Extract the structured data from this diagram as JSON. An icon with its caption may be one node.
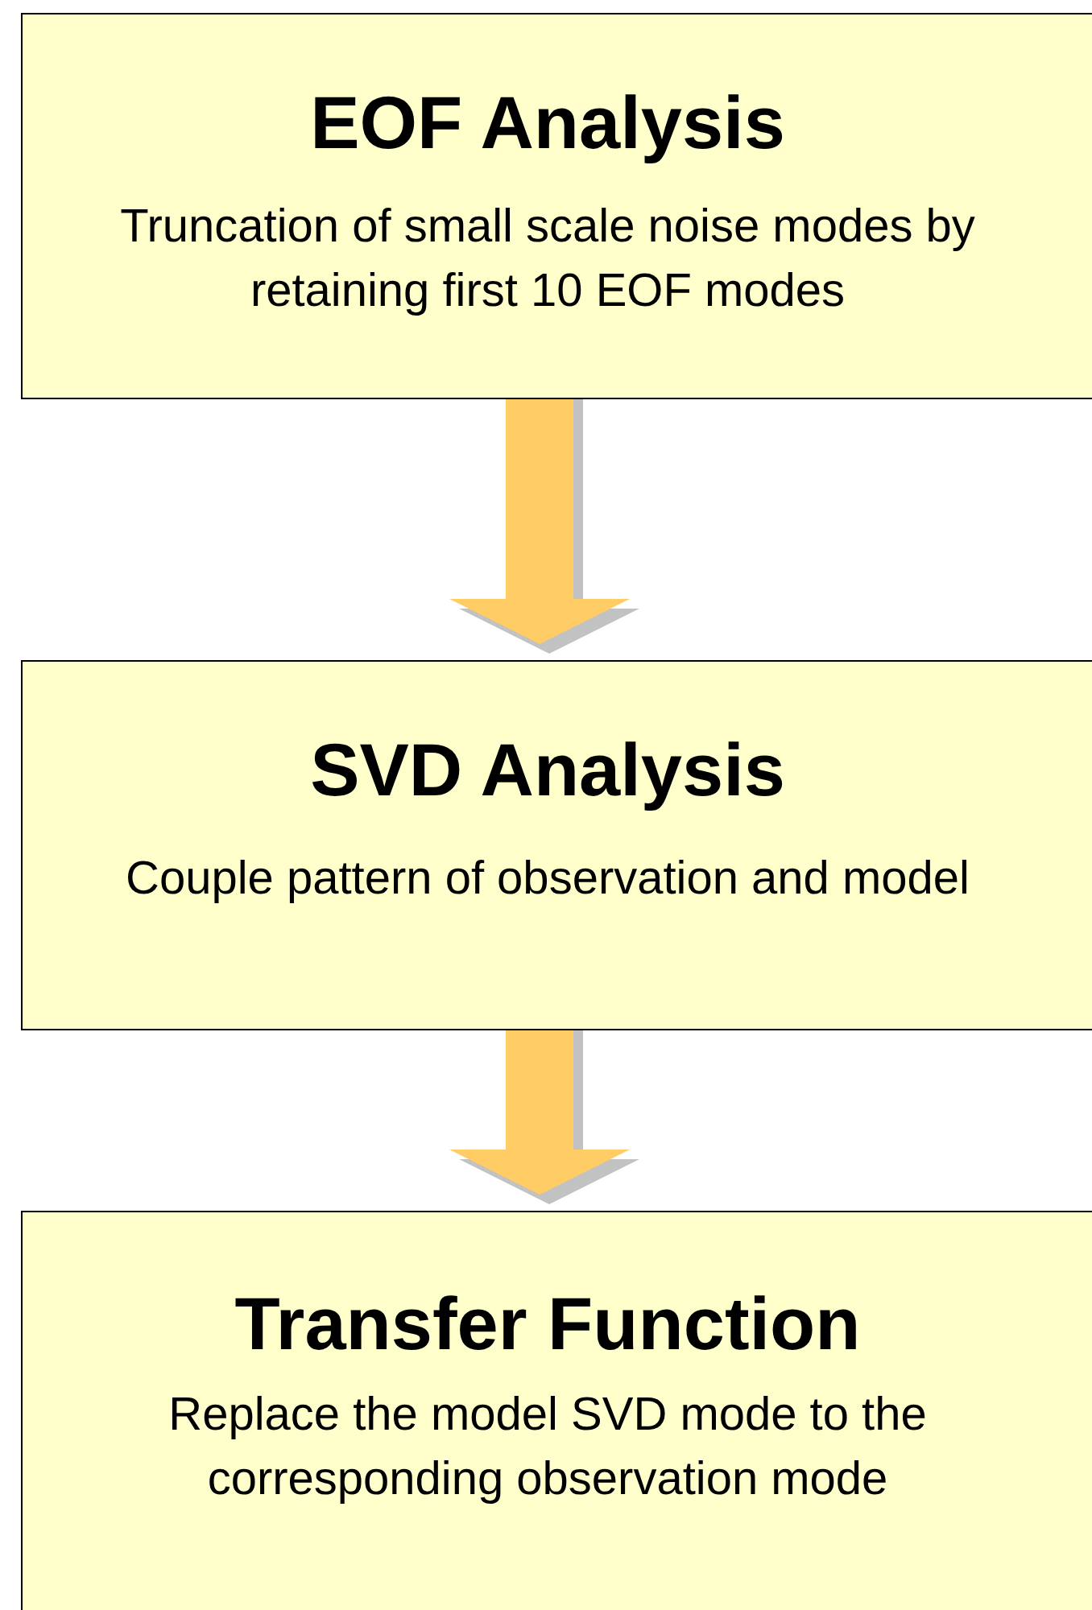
{
  "diagram": {
    "nodes": [
      {
        "text": [
          "EOF Analysis",
          "Truncation of small scale noise modes by retaining first 10 EOF modes"
        ]
      },
      {
        "text": [
          "SVD Analysis",
          "Couple pattern of observation and model"
        ]
      },
      {
        "text": [
          "Transfer Function",
          "Replace the model SVD mode to the corresponding observation mode"
        ]
      }
    ],
    "edges": [
      {
        "from": 0,
        "to": 1,
        "arrow": "to"
      },
      {
        "from": 1,
        "to": 2,
        "arrow": "to"
      }
    ]
  }
}
